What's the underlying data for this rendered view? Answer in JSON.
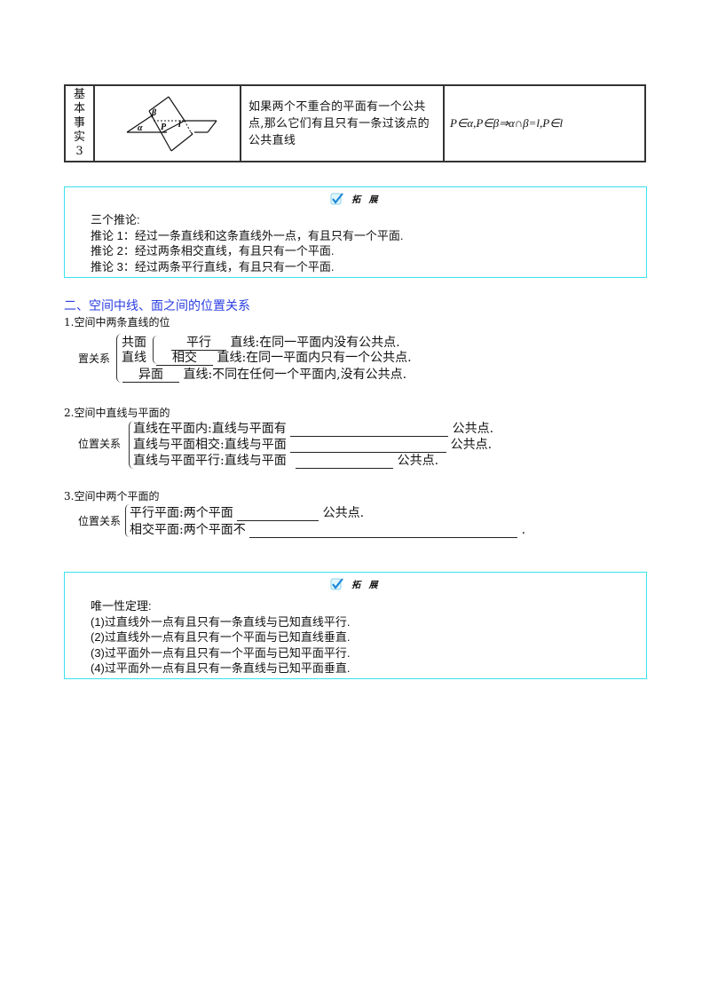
{
  "table": {
    "row": {
      "label_chars": [
        "基",
        "本",
        "事",
        "实",
        "3"
      ],
      "figure": {
        "name": "two-planes-intersecting-diagram",
        "labels": {
          "alpha": "α",
          "beta": "β",
          "point": "P",
          "line": "l"
        }
      },
      "description": "如果两个不重合的平面有一个公共点,那么它们有且只有一条过该点的公共直线",
      "formula": "P∈α,P∈β⇒α∩β=l,P∈l"
    }
  },
  "ext_box_1": {
    "header": "拓 展",
    "lines": [
      "三个推论:",
      "推论 1：经过一条直线和这条直线外一点，有且只有一个平面.",
      "推论 2：经过两条相交直线，有且只有一个平面.",
      "推论 3：经过两条平行直线，有且只有一个平面."
    ]
  },
  "section2": {
    "title": "二、空间中线、面之间的位置关系",
    "part1": {
      "heading": "1.空间中两条直线的位",
      "side_label": "置关系",
      "group_label_top": "共面",
      "group_label_bottom": "直线",
      "items": [
        {
          "blank": "平行",
          "text": "直线:在同一平面内没有公共点."
        },
        {
          "blank": "相交",
          "text": "直线:在同一平面内只有一个公共点."
        },
        {
          "blank": "异面",
          "text": "直线:不同在任何一个平面内,没有公共点."
        }
      ]
    },
    "part2": {
      "heading": "2.空间中直线与平面的",
      "side_label": "位置关系",
      "items": [
        {
          "prefix": "直线在平面内:直线与平面有",
          "suffix": "公共点."
        },
        {
          "prefix": "直线与平面相交:直线与平面",
          "suffix": "公共点."
        },
        {
          "prefix": "直线与平面平行:直线与平面",
          "suffix": "公共点."
        }
      ]
    },
    "part3": {
      "heading": "3.空间中两个平面的",
      "side_label": "位置关系",
      "items": [
        {
          "prefix": "平行平面:两个平面",
          "suffix": "公共点."
        },
        {
          "prefix": "相交平面:两个平面不",
          "suffix": "."
        }
      ]
    }
  },
  "ext_box_2": {
    "header": "拓 展",
    "lines": [
      "唯一性定理:",
      "(1)过直线外一点有且只有一条直线与已知直线平行.",
      "(2)过直线外一点有且只有一个平面与已知直线垂直.",
      "(3)过平面外一点有且只有一个平面与已知平面平行.",
      "(4)过平面外一点有且只有一条直线与已知平面垂直."
    ]
  },
  "colors": {
    "accent_cyan": "#39e3ec",
    "section_blue": "#2a3de0"
  }
}
